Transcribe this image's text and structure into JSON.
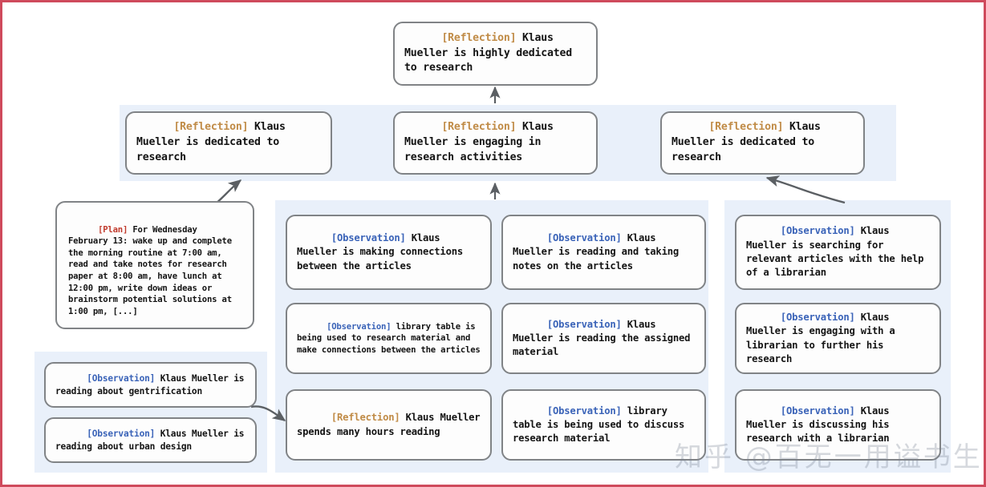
{
  "figure": {
    "border_color": "#cf4a5c",
    "panel_color": "#e9f0fa",
    "node_border_color": "#808386",
    "tag_colors": {
      "reflection": "#c08b46",
      "observation": "#3a63b8",
      "plan": "#c0392b"
    }
  },
  "tags": {
    "reflection": "[Reflection]",
    "observation": "[Observation]",
    "plan": "[Plan]"
  },
  "top": {
    "node": {
      "tag": "[Reflection]",
      "text": " Klaus Mueller is highly dedicated to research"
    }
  },
  "reflections": [
    {
      "tag": "[Reflection]",
      "text": " Klaus Mueller is dedicated to research"
    },
    {
      "tag": "[Reflection]",
      "text": " Klaus Mueller is engaging in research activities"
    },
    {
      "tag": "[Reflection]",
      "text": " Klaus Mueller is dedicated to research"
    }
  ],
  "plan": {
    "tag": "[Plan]",
    "text": " For Wednesday February 13: wake up and complete the morning routine at 7:00 am, read and take notes for research paper at 8:00 am, have lunch at 12:00 pm, write down ideas or brainstorm potential solutions at 1:00 pm, [...]"
  },
  "left_observations": [
    {
      "tag": "[Observation]",
      "text": " Klaus Mueller is reading about gentrification"
    },
    {
      "tag": "[Observation]",
      "text": " Klaus Mueller is reading about urban design"
    }
  ],
  "column_a": [
    {
      "tag": "[Observation]",
      "text": " Klaus Mueller is making connections between the articles"
    },
    {
      "tag": "[Observation]",
      "text": " library table is being used to research material and make connections between the articles"
    },
    {
      "tag": "[Reflection]",
      "text": " Klaus Mueller spends many hours reading"
    }
  ],
  "column_b": [
    {
      "tag": "[Observation]",
      "text": " Klaus Mueller is reading and taking notes on the articles"
    },
    {
      "tag": "[Observation]",
      "text": " Klaus Mueller is reading the assigned material"
    },
    {
      "tag": "[Observation]",
      "text": " library table is being used to discuss research material"
    }
  ],
  "column_c": [
    {
      "tag": "[Observation]",
      "text": " Klaus Mueller is searching for relevant articles with the help of a librarian"
    },
    {
      "tag": "[Observation]",
      "text": " Klaus Mueller is engaging with a librarian to further his research"
    },
    {
      "tag": "[Observation]",
      "text": " Klaus Mueller is discussing his research with a librarian"
    }
  ],
  "watermark": {
    "text": "知乎 @百无一用谥书生"
  }
}
